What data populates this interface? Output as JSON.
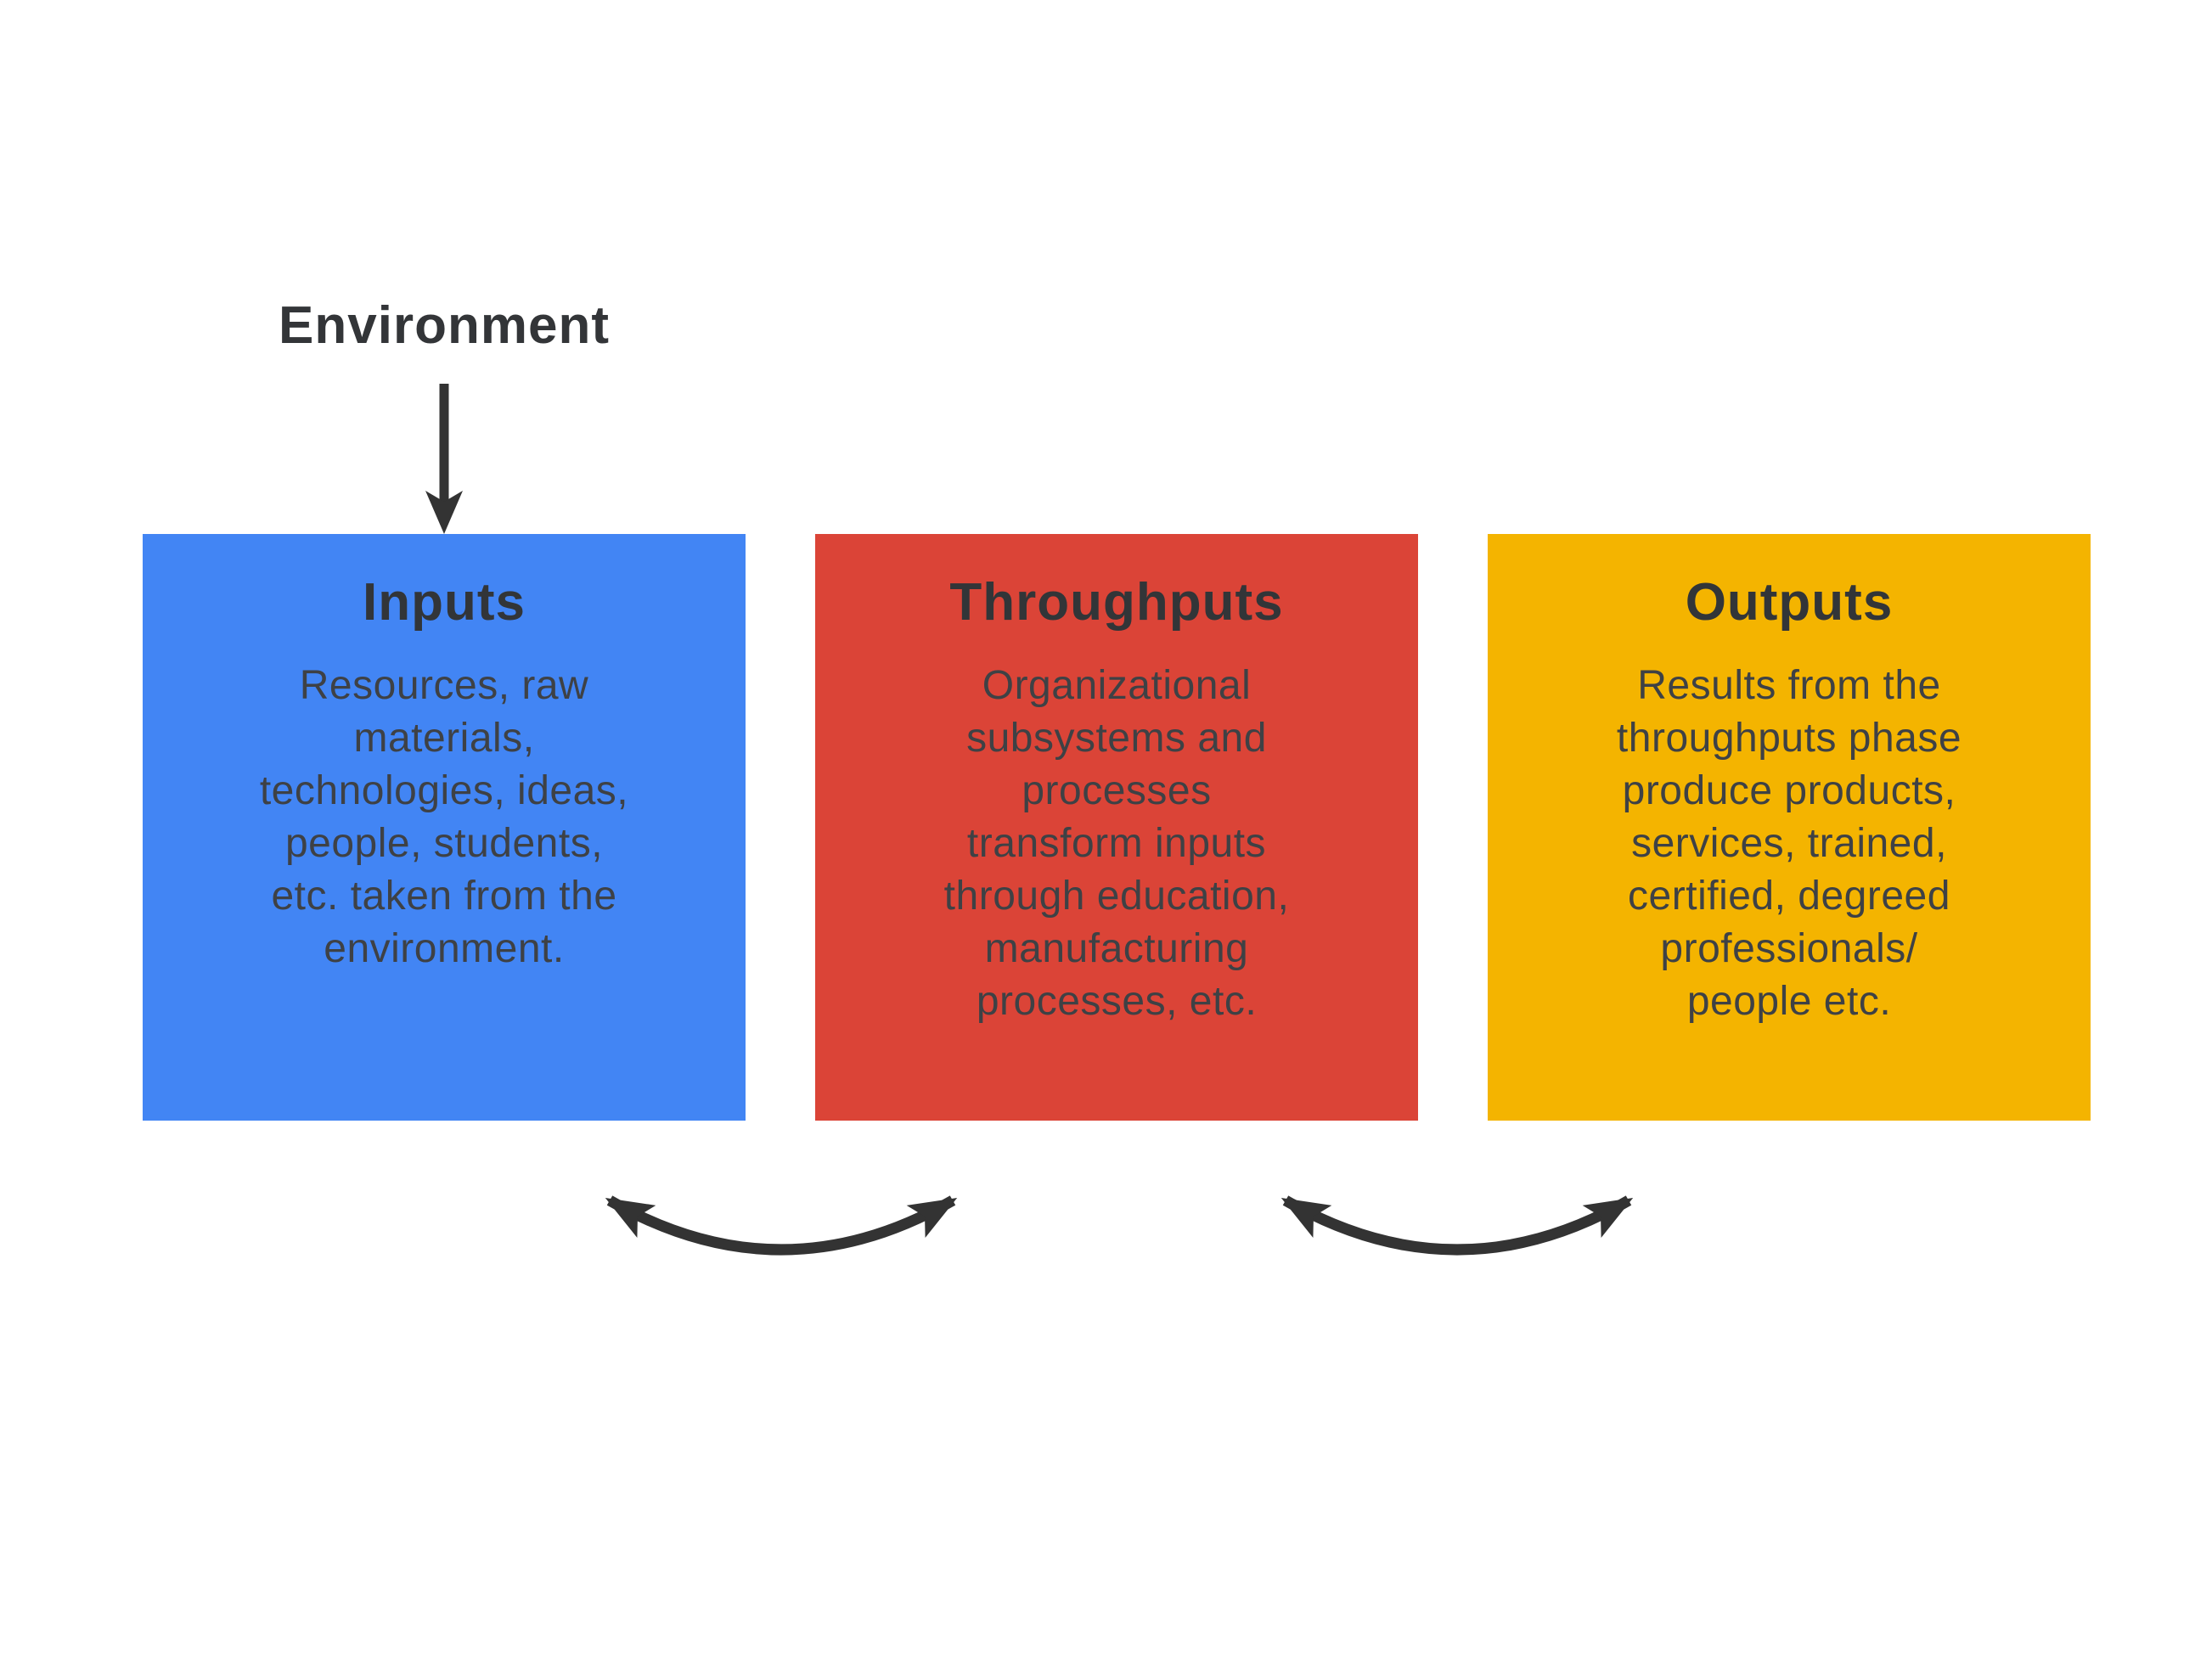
{
  "diagram": {
    "background": "#FFFFFF",
    "arrow_color": "#333333",
    "environment_label": "Environment",
    "boxes": [
      {
        "title": "Inputs",
        "body": "Resources, raw\nmaterials,\ntechnologies, ideas,\npeople, students,\netc. taken from the\nenvironment.",
        "color": "#4285F4"
      },
      {
        "title": "Throughputs",
        "body": "Organizational\nsubsystems and\nprocesses\ntransform inputs\nthrough education,\nmanufacturing\nprocesses, etc.",
        "color": "#DB4437"
      },
      {
        "title": "Outputs",
        "body": "Results from the\nthroughputs phase\nproduce products,\nservices, trained,\ncertified, degreed\nprofessionals/\npeople etc.",
        "color": "#F4B400"
      }
    ]
  }
}
